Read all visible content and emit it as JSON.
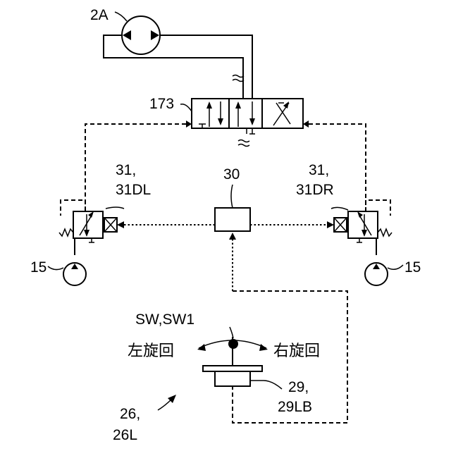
{
  "labels": {
    "motor": "2A",
    "control_valve": "173",
    "pressure_valve_left_line1": "31,",
    "pressure_valve_left_line2": "31DL",
    "controller": "30",
    "pressure_valve_right_line1": "31,",
    "pressure_valve_right_line2": "31DR",
    "pilot_pump_left": "15",
    "pilot_pump_right": "15",
    "switch": "SW,SW1",
    "turn_left": "左旋回",
    "turn_right": "右旋回",
    "lever_line1": "29,",
    "lever_line2": "29LB",
    "machine_line1": "26,",
    "machine_line2": "26L"
  }
}
